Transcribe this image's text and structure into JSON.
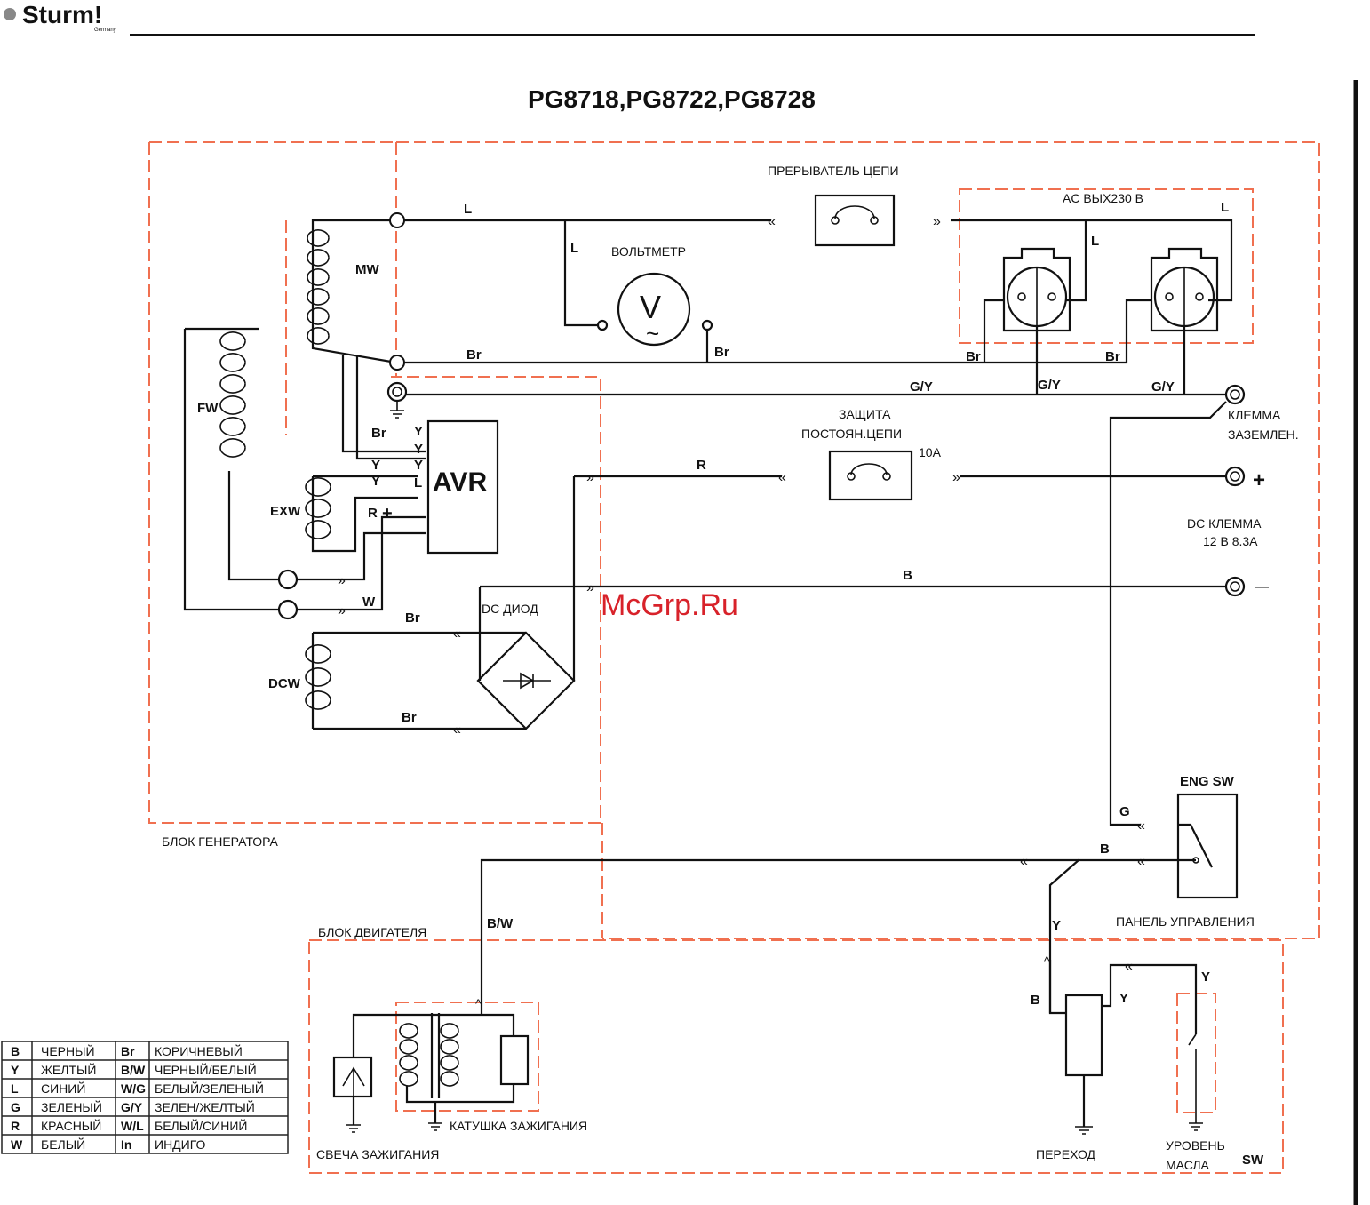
{
  "logo": {
    "brand": "Sturm!",
    "sub": "Germany"
  },
  "title": "PG8718,PG8722,PG8728",
  "watermark": "McGrp.Ru",
  "labels": {
    "breaker": "ПРЕРЫВАТЕЛЬ ЦЕПИ",
    "ac_out": "AC  ВЫХ230 В",
    "voltmeter": "ВОЛЬТМЕТР",
    "mw": "MW",
    "fw": "FW",
    "exw": "EXW",
    "dcw": "DCW",
    "avr": "AVR",
    "dc_protect_1": "ЗАЩИТА",
    "dc_protect_2": "ПОСТОЯН.ЦЕПИ",
    "fuse": "10A",
    "ground_term_1": "КЛЕММА",
    "ground_term_2": "ЗАЗЕМЛЕН.",
    "dc_term_1": "DC  КЛЕММА",
    "dc_term_2": "12 В 8.3А",
    "plus": "+",
    "minus": "—",
    "dc_diode": "DC  ДИОД",
    "gen_block": "БЛОК ГЕНЕРАТОРА",
    "eng_block": "БЛОК ДВИГАТЕЛЯ",
    "eng_sw": "ENG SW",
    "panel": "ПАНЕЛЬ УПРАВЛЕНИЯ",
    "spark_plug": "СВЕЧА ЗАЖИГАНИЯ",
    "ign_coil": "КАТУШКА ЗАЖИГАНИЯ",
    "transition": "ПЕРЕХОД",
    "oil_1": "УРОВЕНЬ",
    "oil_2": "МАСЛА",
    "sw": "SW",
    "v": "V",
    "tilde": "~"
  },
  "wire_labels": {
    "l1": "L",
    "l2": "L",
    "l3": "L",
    "l4": "L",
    "br1": "Br",
    "br2": "Br",
    "br3": "Br",
    "br4": "Br",
    "gy1": "G/Y",
    "gy2": "G/Y",
    "gy3": "G/Y",
    "r1": "R",
    "b1": "B",
    "b2": "B",
    "b3": "B",
    "w1": "W",
    "bw": "B/W",
    "g1": "G",
    "y1": "Y",
    "y2": "Y",
    "y3": "Y",
    "br_dc1": "Br",
    "br_dc2": "Br",
    "avr_br": "Br",
    "avr_y1": "Y",
    "avr_y2": "Y",
    "avr_y3": "Y",
    "avr_y4": "Y",
    "avr_y5": "Y",
    "avr_l": "L",
    "avr_r": "R"
  },
  "legend": [
    {
      "code": "B",
      "name": "ЧЕРНЫЙ",
      "code2": "Br",
      "name2": "КОРИЧНЕВЫЙ"
    },
    {
      "code": "Y",
      "name": "ЖЕЛТЫЙ",
      "code2": "B/W",
      "name2": "ЧЕРНЫЙ/БЕЛЫЙ"
    },
    {
      "code": "L",
      "name": "СИНИЙ",
      "code2": "W/G",
      "name2": "БЕЛЫЙ/ЗЕЛЕНЫЙ"
    },
    {
      "code": "G",
      "name": "ЗЕЛЕНЫЙ",
      "code2": "G/Y",
      "name2": "ЗЕЛЕН/ЖЕЛТЫЙ"
    },
    {
      "code": "R",
      "name": "КРАСНЫЙ",
      "code2": "W/L",
      "name2": "БЕЛЫЙ/СИНИЙ"
    },
    {
      "code": "W",
      "name": "БЕЛЫЙ",
      "code2": "In",
      "name2": "ИНДИГО"
    }
  ]
}
